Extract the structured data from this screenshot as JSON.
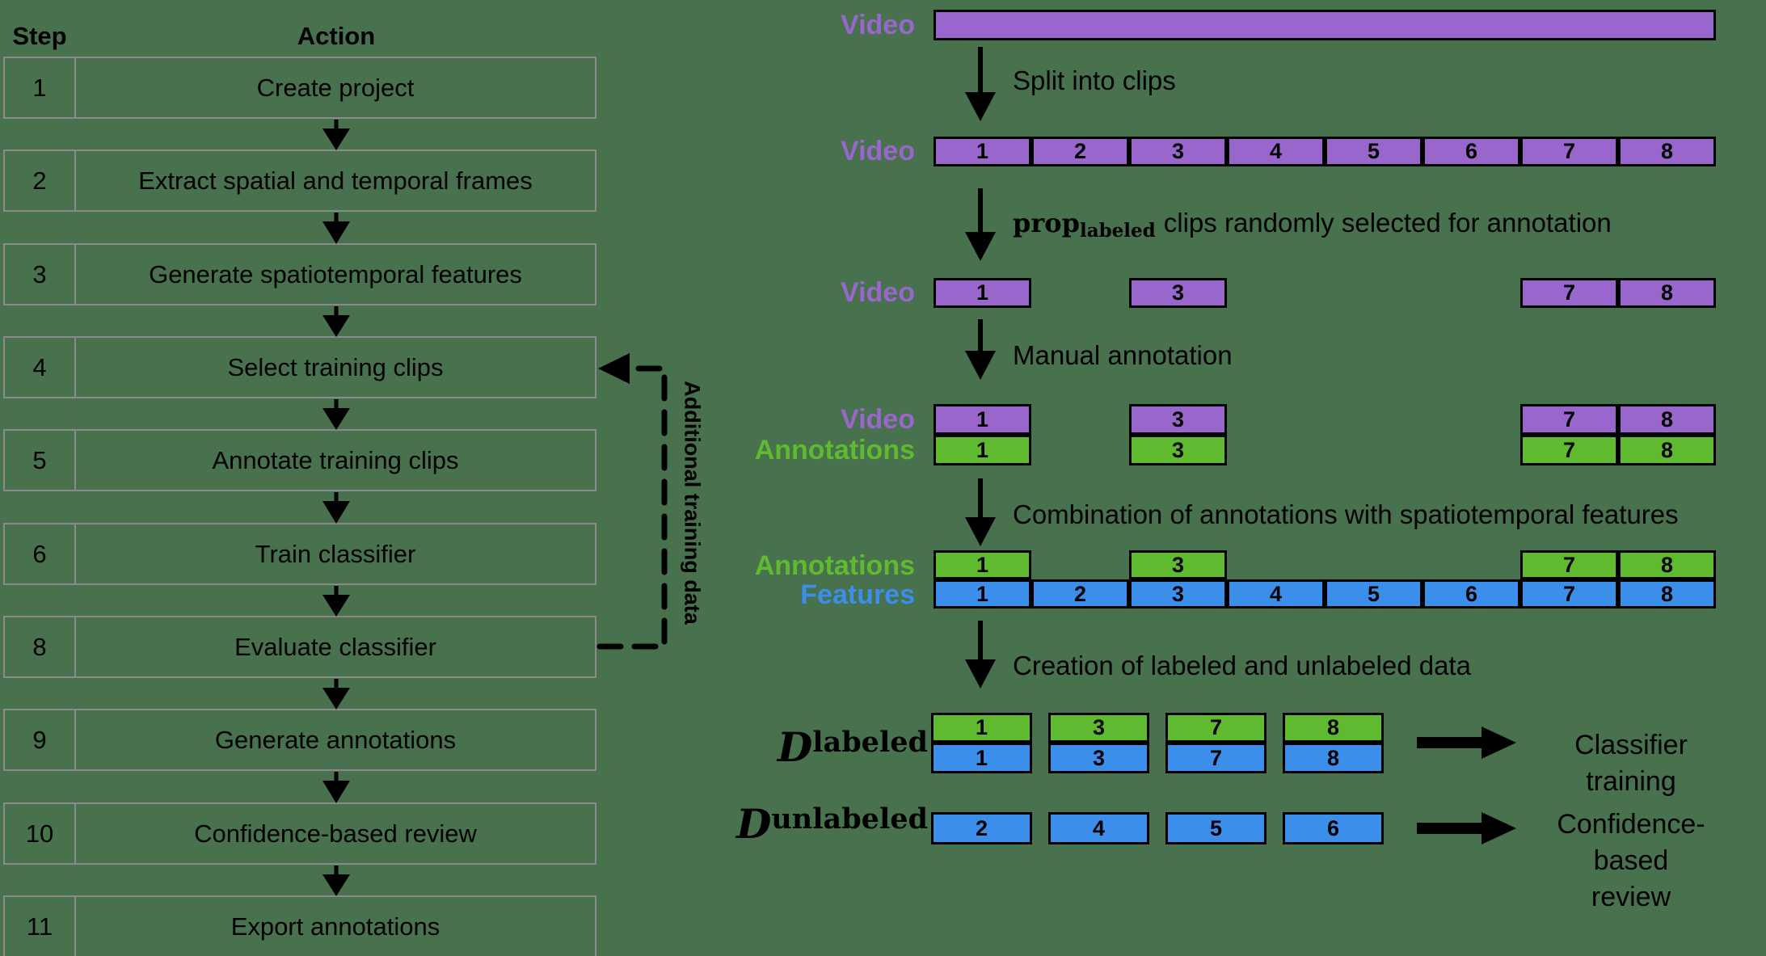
{
  "colors": {
    "background": "#48714E",
    "purple": "#9966CC",
    "green": "#5FBA30",
    "blue": "#3B8EEA",
    "table_border": "#8A8A8A",
    "line": "#000000"
  },
  "table": {
    "header": {
      "step": "Step",
      "action": "Action"
    },
    "rows": [
      {
        "step": "1",
        "action": "Create project"
      },
      {
        "step": "2",
        "action": "Extract spatial and temporal frames"
      },
      {
        "step": "3",
        "action": "Generate spatiotemporal features"
      },
      {
        "step": "4",
        "action": "Select training clips"
      },
      {
        "step": "5",
        "action": "Annotate training clips"
      },
      {
        "step": "6",
        "action": "Train classifier"
      },
      {
        "step": "8",
        "action": "Evaluate classifier"
      },
      {
        "step": "9",
        "action": "Generate annotations"
      },
      {
        "step": "10",
        "action": "Confidence-based review"
      },
      {
        "step": "11",
        "action": "Export annotations"
      }
    ],
    "feedback_label": "Additional training data"
  },
  "flow": {
    "row_labels": {
      "video": "Video",
      "annotations": "Annotations",
      "features": "Features"
    },
    "arrows": {
      "split": "Split into clips",
      "select_prop": "prop",
      "select_sub": "labeled",
      "select_rest": "clips randomly selected for annotation",
      "manual": "Manual annotation",
      "combine": "Combination of annotations with spatiotemporal features",
      "create": "Creation of labeled and unlabeled data"
    },
    "clips_all": [
      "1",
      "2",
      "3",
      "4",
      "5",
      "6",
      "7",
      "8"
    ],
    "selected": {
      "labels": [
        "1",
        "3",
        "7",
        "8"
      ],
      "slots": [
        0,
        2,
        6,
        7
      ]
    },
    "features_all": [
      "1",
      "2",
      "3",
      "4",
      "5",
      "6",
      "7",
      "8"
    ],
    "labeled": {
      "symbol": "D",
      "superscript": "labeled",
      "clips": [
        "1",
        "3",
        "7",
        "8"
      ],
      "target": "Classifier training"
    },
    "unlabeled": {
      "symbol": "D",
      "superscript": "unlabeled",
      "clips": [
        "2",
        "4",
        "5",
        "6"
      ],
      "target_line1": "Confidence-based",
      "target_line2": "review"
    }
  }
}
